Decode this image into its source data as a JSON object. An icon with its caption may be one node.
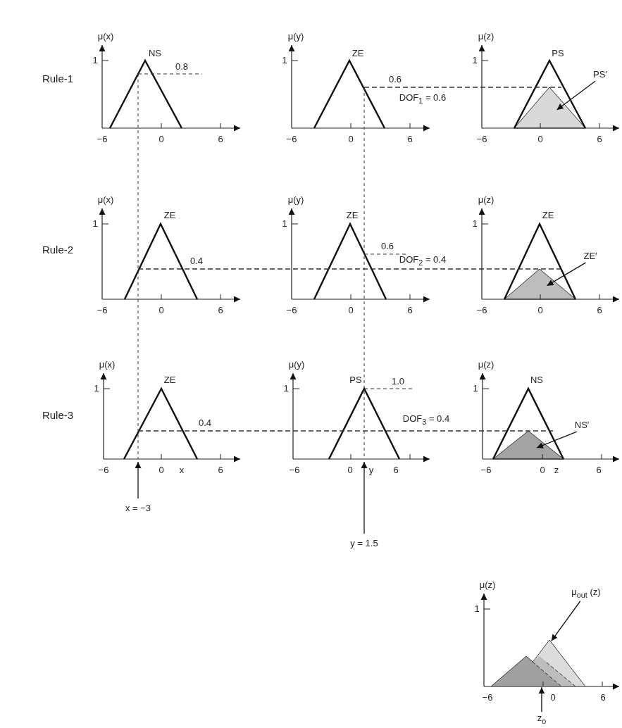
{
  "diagram": {
    "nodes": [
      {
        "text": [
          "PS′"
        ]
      },
      {
        "text": [],
        "shape": "triangle"
      },
      {
        "text": [
          "ZE′"
        ]
      },
      {
        "text": [],
        "shape": "triangle"
      },
      {
        "text": [
          "NS′"
        ]
      },
      {
        "text": [],
        "shape": "triangle"
      },
      {
        "text": [
          "μ$_{out}$ (z)"
        ]
      },
      {
        "text": [],
        "shape": "polygon"
      },
      {
        "text": [
          "z$_{o}$"
        ]
      }
    ],
    "edges": [
      {
        "from": 0,
        "to": 1,
        "arrow": "to"
      },
      {
        "from": 2,
        "to": 3,
        "arrow": "to"
      },
      {
        "from": 4,
        "to": 5,
        "arrow": "to"
      },
      {
        "from": 6,
        "to": 7,
        "arrow": "to"
      },
      {
        "from": 8,
        "to": 7,
        "arrow": "to"
      }
    ],
    "labels": [
      "Rule-1",
      "μ(x)",
      "1",
      "NS",
      "0.8",
      "−6",
      "0",
      "6",
      "μ(y)",
      "1",
      "ZE",
      "0.6",
      "DOF$_{1}$ = 0.6",
      "−6",
      "0",
      "6",
      "μ(z)",
      "1",
      "PS",
      "−6",
      "0",
      "6",
      "Rule-2",
      "μ(x)",
      "1",
      "ZE",
      "0.4",
      "−6",
      "0",
      "6",
      "μ(y)",
      "1",
      "ZE",
      "0.6",
      "DOF$_{2}$ = 0.4",
      "−6",
      "0",
      "6",
      "μ(z)",
      "1",
      "ZE",
      "−6",
      "0",
      "6",
      "Rule-3",
      "μ(x)",
      "1",
      "ZE",
      "0.4",
      "−6",
      "0",
      "x",
      "6",
      "μ(y)",
      "1",
      "PS",
      "1.0",
      "DOF$_{3}$ = 0.4",
      "−6",
      "0",
      "y",
      "6",
      "μ(z)",
      "1",
      "NS",
      "−6",
      "0",
      "z",
      "6",
      "x = −3",
      "y = 1.5",
      "μ(z)",
      "1",
      "−6",
      "0",
      "6"
    ]
  }
}
